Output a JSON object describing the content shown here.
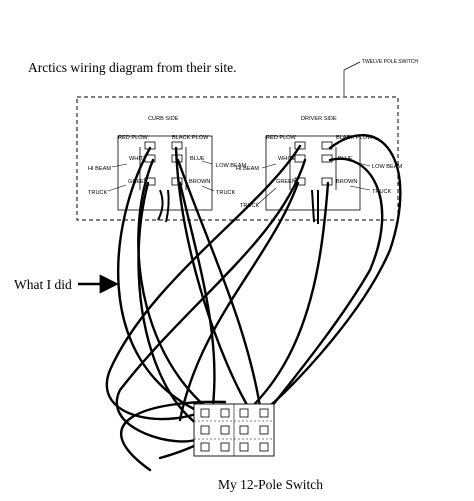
{
  "captions": {
    "top": "Arctics wiring diagram from their site.",
    "left": "What I did",
    "bottom": "My 12-Pole Switch"
  },
  "panel": {
    "title": "TWELVE POLE SWITCH",
    "curb_side": "CURB SIDE",
    "driver_side": "DRIVER SIDE"
  },
  "curb": {
    "red_plow": "RED PLOW",
    "black_plow": "BLACK PLOW",
    "white": "WHITE",
    "blue": "BLUE",
    "hi_beam": "HI BEAM",
    "low_beam": "LOW BEAM",
    "green": "GREEN",
    "brown": "BROWN",
    "truck_left": "TRUCK",
    "truck_right": "TRUCK"
  },
  "driver": {
    "red_plow": "RED PLOW",
    "black_plow": "BLACK PLOW",
    "white": "WHITE",
    "blue": "BLUE",
    "hi_beam": "HI BEAM",
    "low_beam": "LOW BEAM",
    "green": "GREEN",
    "brown": "BROWN",
    "truck_left": "TRUCK",
    "truck_right": "TRUCK"
  }
}
